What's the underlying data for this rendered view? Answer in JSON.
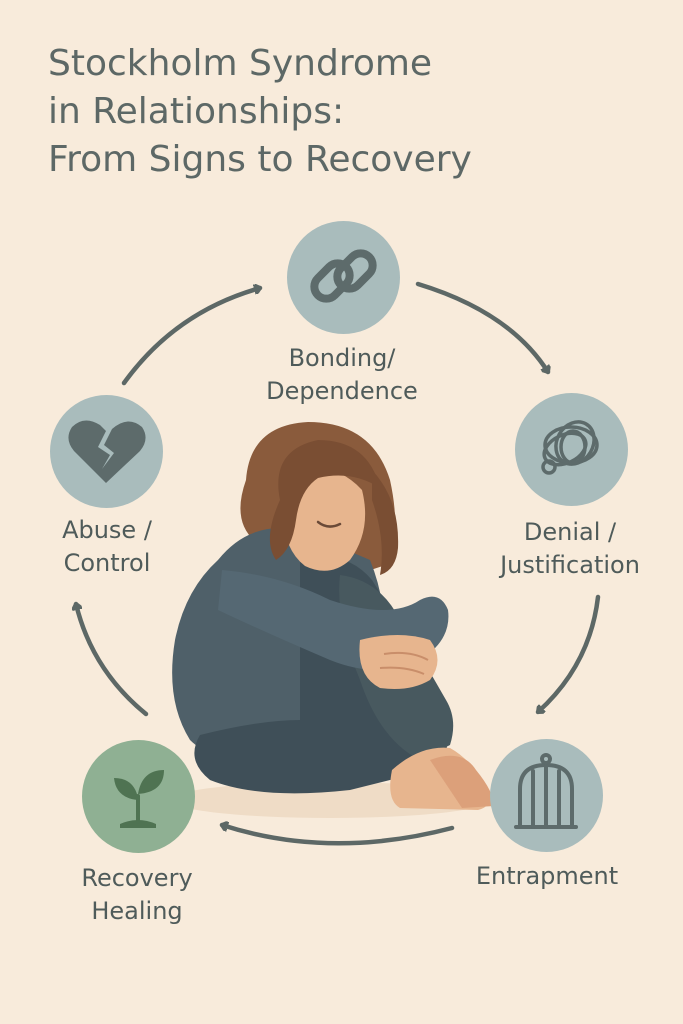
{
  "title": {
    "line1": "Stockholm Syndrome",
    "line2": "in Relationships:",
    "line3": "From Signs to Recovery"
  },
  "cycle": [
    {
      "id": "bonding",
      "icon": "chain-link-icon",
      "label_line1": "Bonding/",
      "label_line2": "Dependence"
    },
    {
      "id": "denial",
      "icon": "tangled-scribble-icon",
      "label_line1": "Denial /",
      "label_line2": "Justification"
    },
    {
      "id": "entrapment",
      "icon": "birdcage-icon",
      "label_line1": "Entrapment",
      "label_line2": ""
    },
    {
      "id": "recovery",
      "icon": "sprout-icon",
      "label_line1": "Recovery",
      "label_line2": "Healing"
    },
    {
      "id": "abuse",
      "icon": "broken-heart-icon",
      "label_line1": "Abuse /",
      "label_line2": "Control"
    }
  ],
  "colors": {
    "background": "#f8ebdb",
    "node_fill": "#a9bcbc",
    "recovery_node_fill": "#8fb093",
    "icon": "#5d6b6b",
    "text": "#4f5b5a",
    "arrow": "#5d6866"
  }
}
